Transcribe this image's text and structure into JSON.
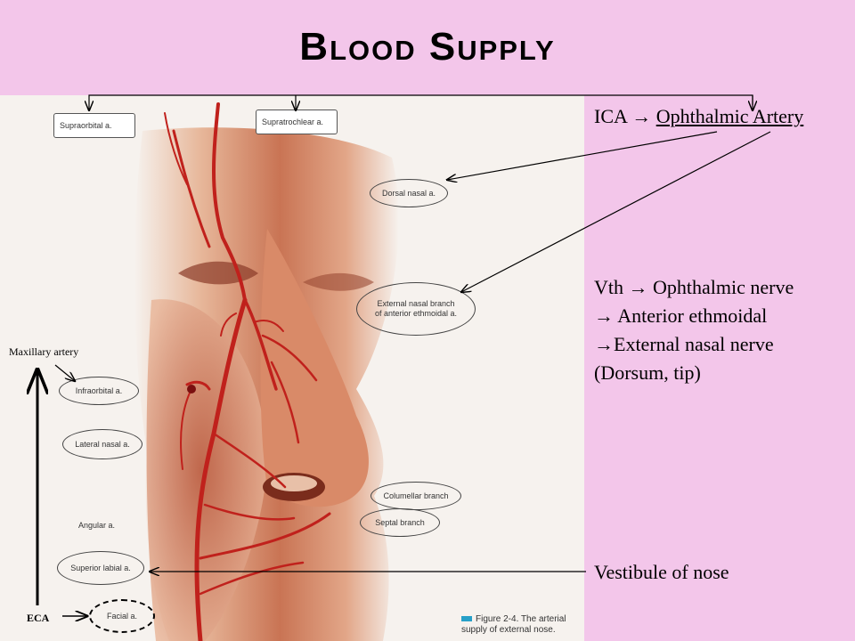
{
  "slide": {
    "title": "Blood Supply"
  },
  "figure_labels": {
    "supraorbital": "Supraorbital a.",
    "supratrochlear": "Supratrochlear a.",
    "dorsal_nasal": "Dorsal nasal a.",
    "external_nasal_branch_1": "External nasal branch",
    "external_nasal_branch_2": "of anterior ethmoidal a.",
    "infraorbital": "Infraorbital a.",
    "lateral_nasal": "Lateral nasal a.",
    "angular": "Angular a.",
    "superior_labial": "Superior labial a.",
    "facial": "Facial a.",
    "columellar": "Columellar branch",
    "septal": "Septal branch",
    "caption_1": "Figure 2-4. The arterial",
    "caption_2": "supply of external nose."
  },
  "annotations": {
    "maxillary": "Maxillary artery",
    "eca": "ECA",
    "ica_prefix": "ICA",
    "ica_arrow": "→",
    "ophthalmic_artery": "Ophthalmic Artery",
    "vth_line1": "Vth → Ophthalmic nerve",
    "vth_line2": "→ Anterior ethmoidal",
    "vth_line3": "→External nasal nerve",
    "vth_line4": "(Dorsum, tip)",
    "vestibule": "Vestibule of nose"
  },
  "colors": {
    "background": "#f3c6ea",
    "artery": "#c0211c",
    "skin": "#d98a68",
    "caption_swatch": "#27a0c8"
  }
}
